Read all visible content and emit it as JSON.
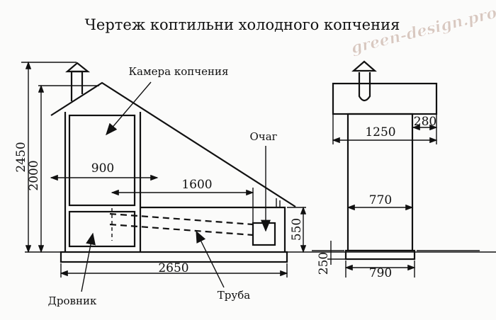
{
  "title": "Чертеж коптильни холодного копчения",
  "watermark": "green-design.pro",
  "labels": {
    "chamber": "Камера копчения",
    "hearth": "Очаг",
    "woodshed": "Дровник",
    "pipe": "Труба"
  },
  "dimensions": {
    "total_height": "2450",
    "wall_height": "2000",
    "chamber_width": "900",
    "pipe_length": "1600",
    "hearth_height": "550",
    "base_length": "2650",
    "roof_width": "1250",
    "overhang": "280",
    "body_width": "770",
    "base_width": "790",
    "base_height": "250"
  }
}
